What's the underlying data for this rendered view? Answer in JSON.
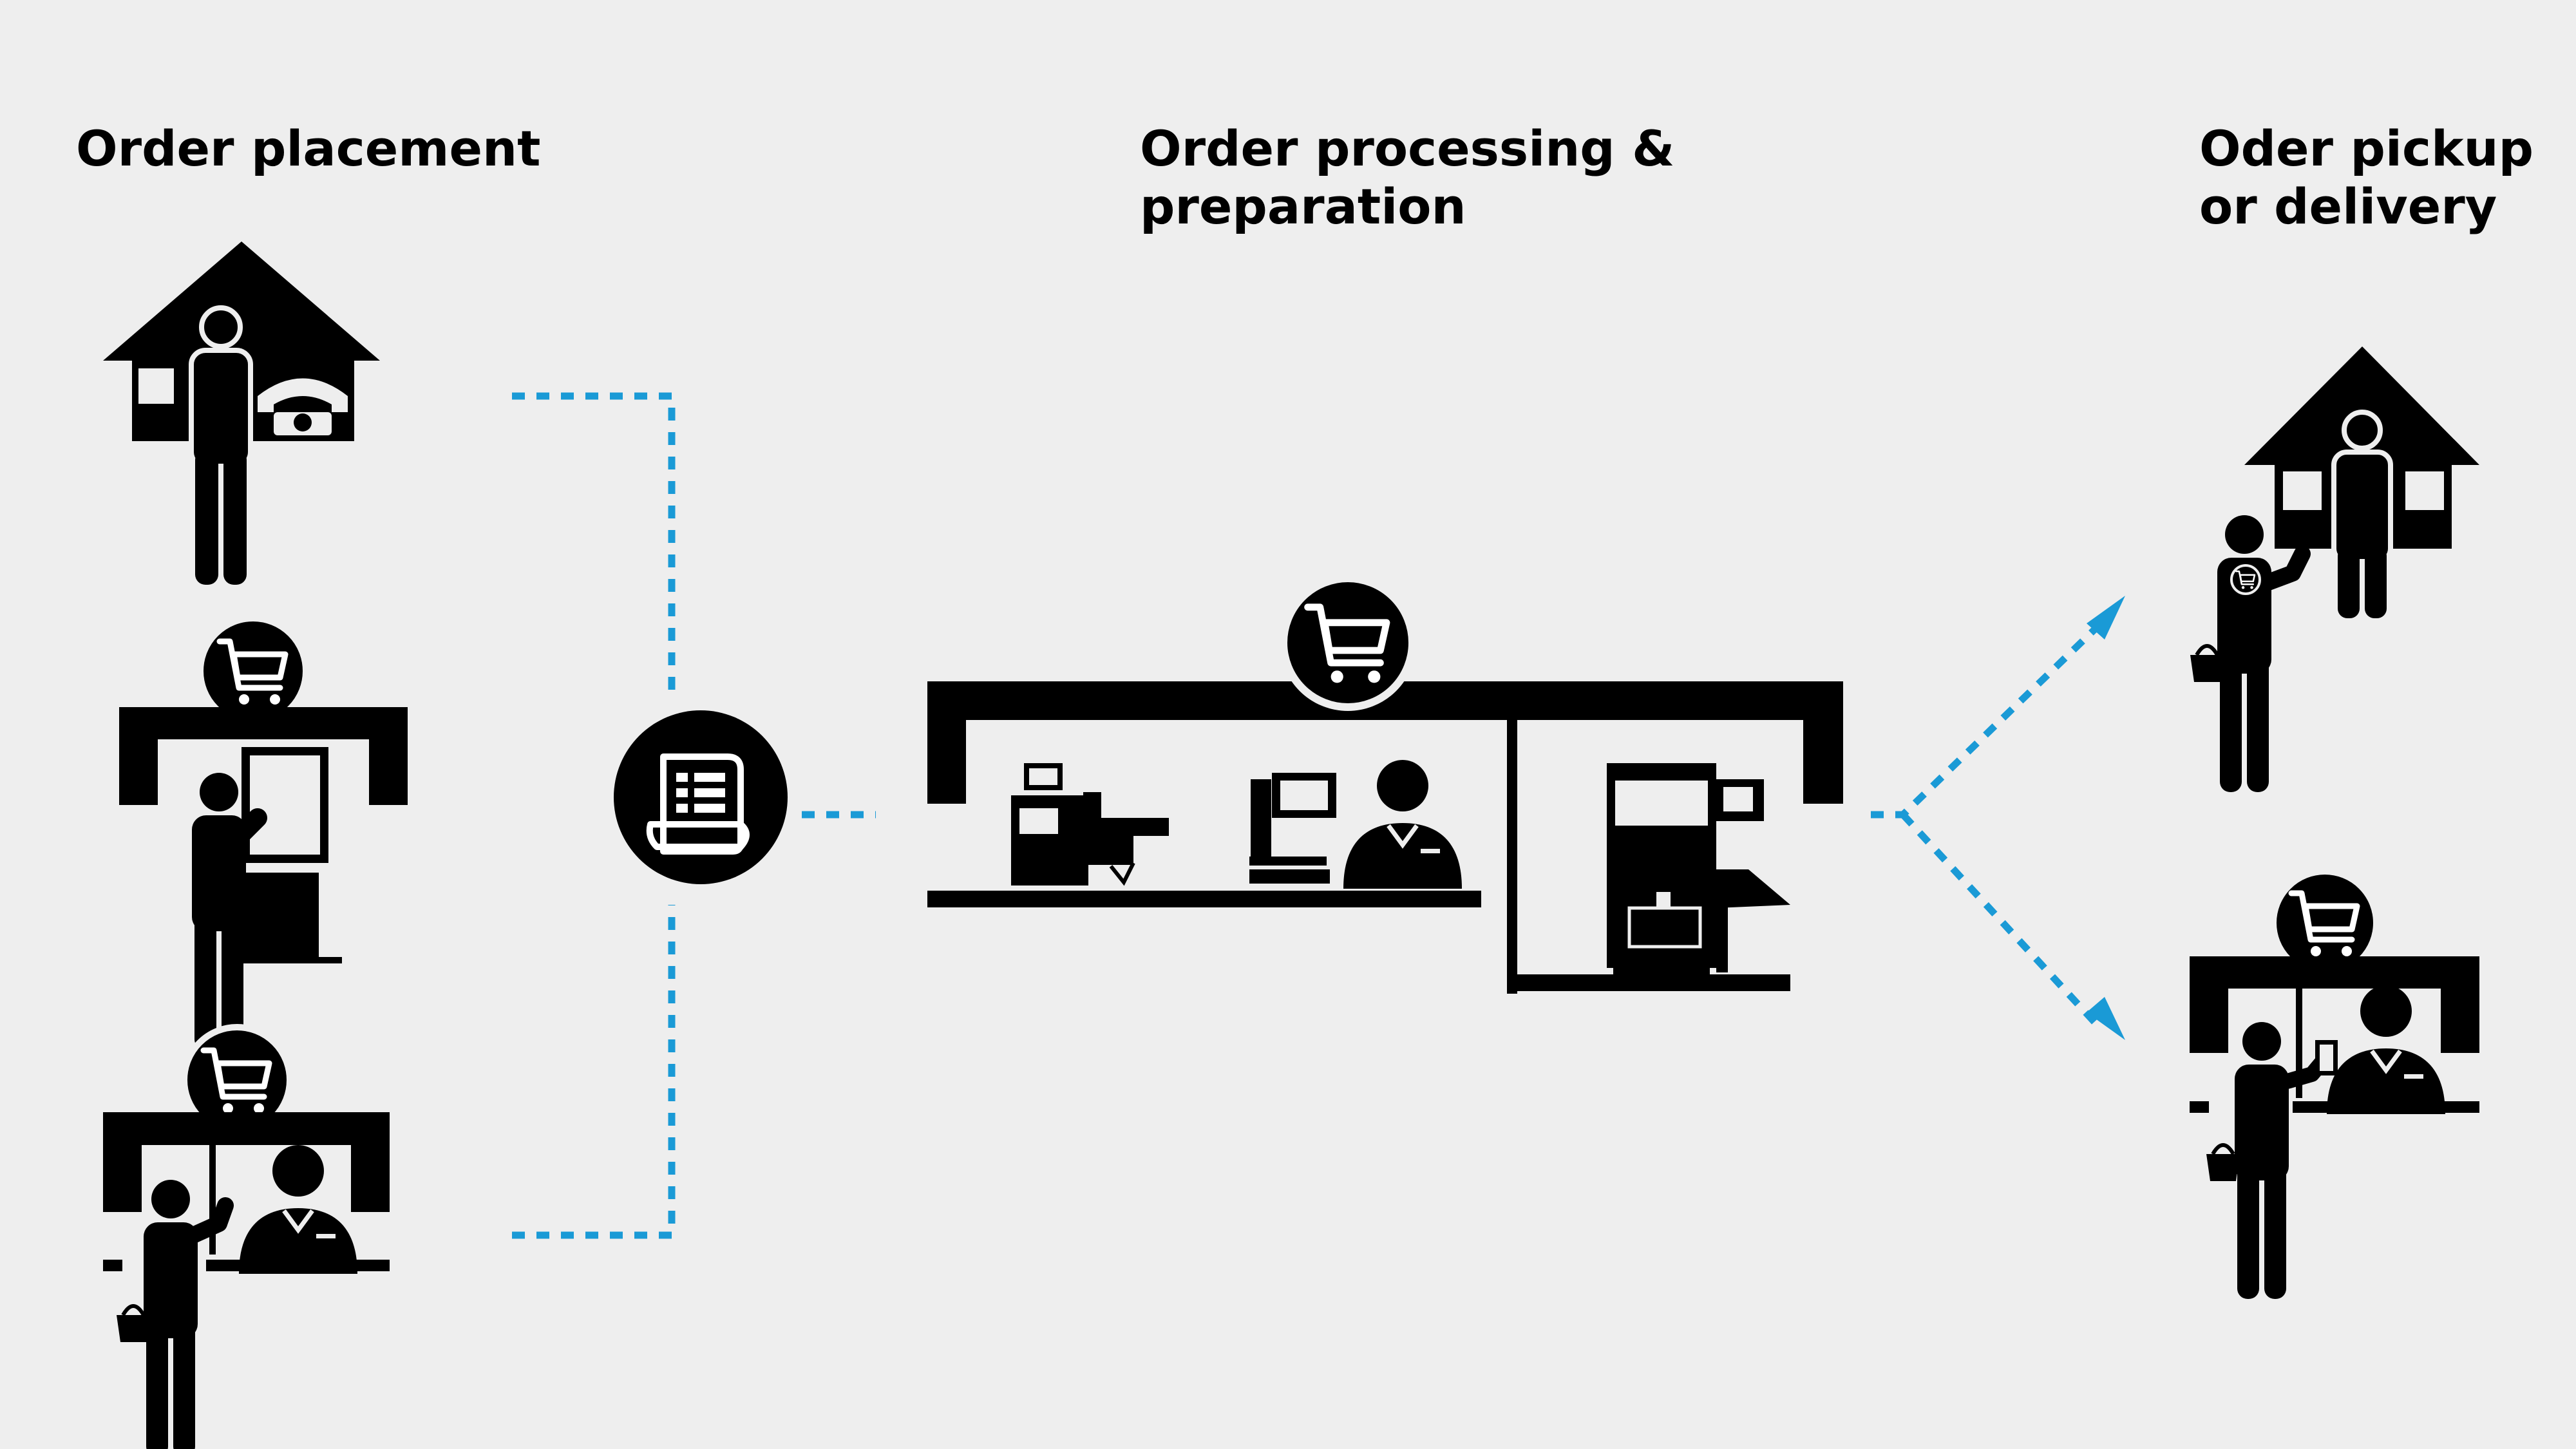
{
  "headings": {
    "placement": "Order placement",
    "processing_line1": "Order processing &",
    "processing_line2": "preparation",
    "pickup_line1": "Oder pickup",
    "pickup_line2": "or delivery"
  },
  "colors": {
    "background": "#eeeeee",
    "ink": "#000000",
    "connector": "#1a9ad6"
  },
  "icons": {
    "placement": [
      "house-with-person-and-telephone-icon",
      "person-at-self-service-kiosk-icon",
      "customer-at-service-counter-icon"
    ],
    "hub": "order-receipt-icon",
    "processing": [
      "shop-with-cart-icon",
      "weighing-scale-icon",
      "label-printer-icon",
      "employee-icon",
      "wrapping-machine-icon"
    ],
    "pickup": [
      "home-delivery-icon",
      "counter-pickup-icon"
    ]
  }
}
